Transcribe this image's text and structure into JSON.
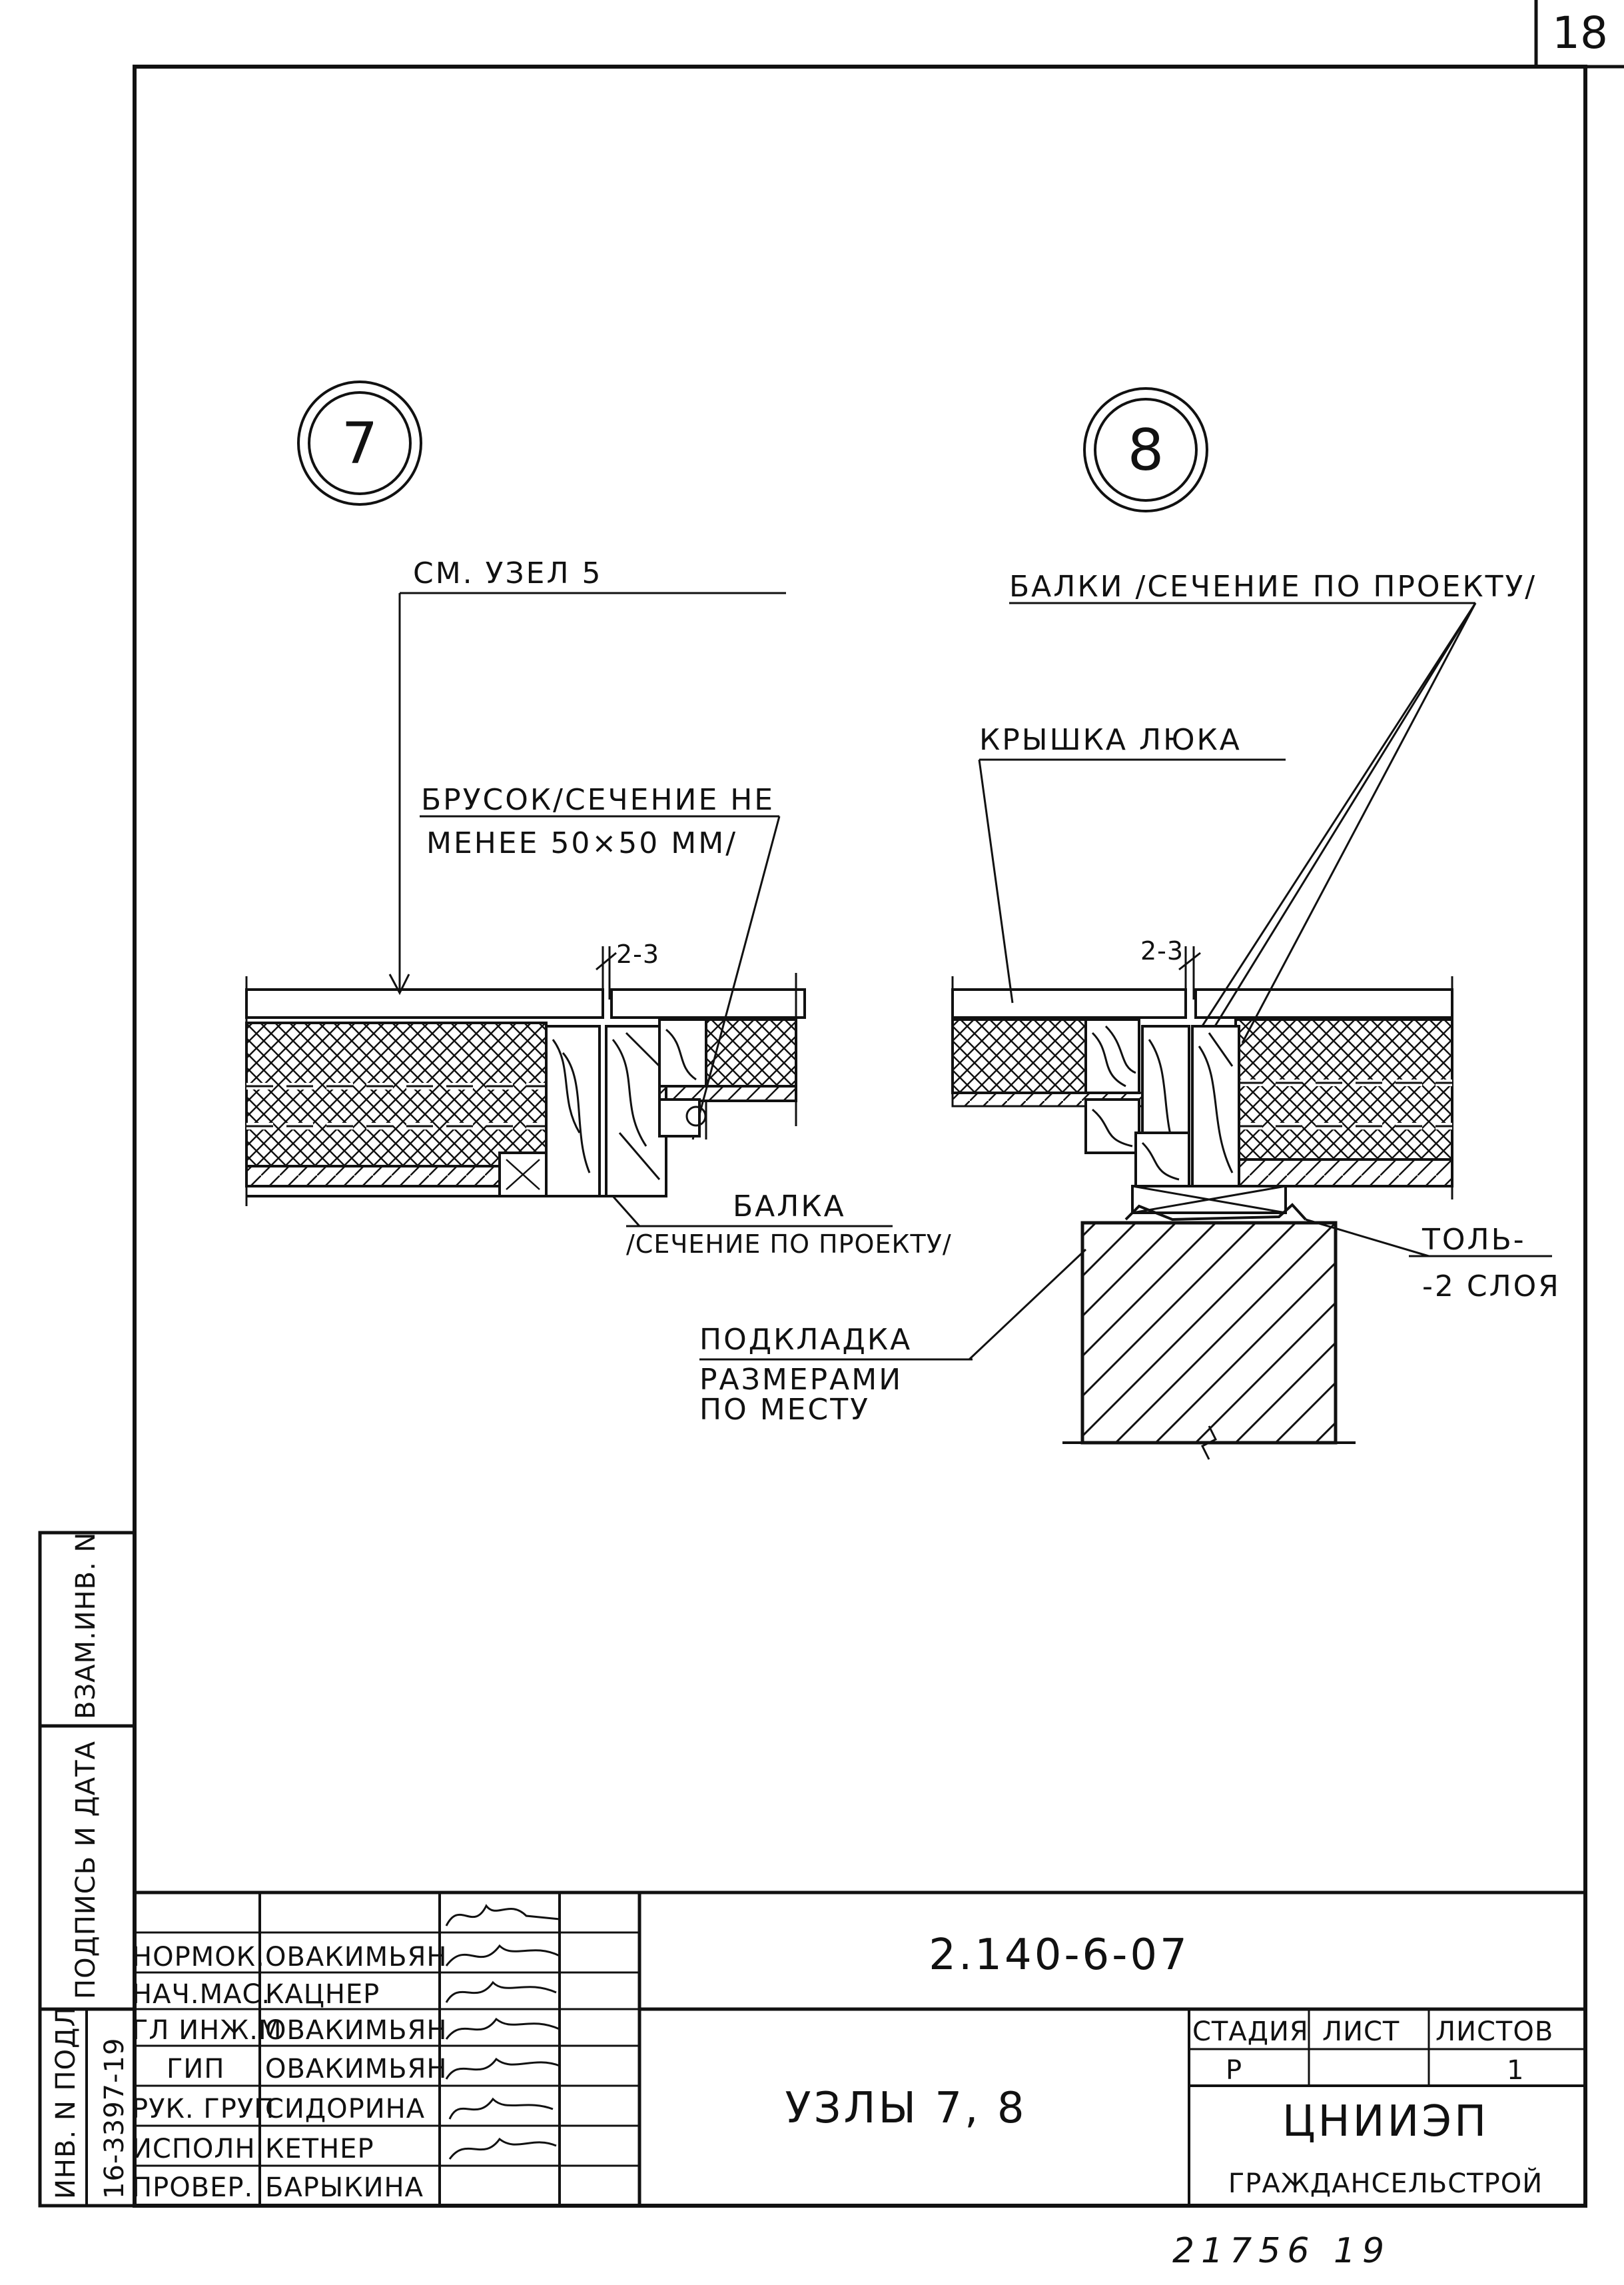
{
  "sheet_corner_number": "18",
  "nodes": [
    {
      "number": "7",
      "labels": {
        "ref": "СМ. УЗЕЛ 5",
        "block_line1": "БРУСОК/СЕЧЕНИЕ НЕ",
        "block_line2": "МЕНЕЕ 50×50 ММ/",
        "gap": "2-3",
        "beam": "БАЛКА",
        "beam_section": "/СЕЧЕНИЕ ПО ПРОЕКТУ/"
      }
    },
    {
      "number": "8",
      "labels": {
        "beams": "БАЛКИ /СЕЧЕНИЕ ПО ПРОЕКТУ/",
        "hatch_cover": "КРЫШКА ЛЮКА",
        "gap": "2-3",
        "roofing_line1": "ТОЛЬ-",
        "roofing_line2": "-2 СЛОЯ",
        "pad_line1": "ПОДКЛАДКА",
        "pad_line2": "РАЗМЕРАМИ",
        "pad_line3": "ПО МЕСТУ"
      }
    }
  ],
  "side_stamp": {
    "inv_orig": "ИНВ. N ПОДЛ",
    "sign_date": "ПОДПИСЬ И ДАТА",
    "replace_inv": "ВЗАМ.ИНВ. N",
    "inv_number": "16-3397-19"
  },
  "title_block": {
    "roles": [
      {
        "role": "НОРМОК.",
        "name": "ОВАКИМЬЯН"
      },
      {
        "role": "НАЧ.МАС.",
        "name": "КАЦНЕР"
      },
      {
        "role": "ГЛ ИНЖ.М",
        "name": "ОВАКИМЬЯН"
      },
      {
        "role": "ГИП",
        "name": "ОВАКИМЬЯН"
      },
      {
        "role": "РУК. ГРУП",
        "name": "СИДОРИНА"
      },
      {
        "role": "ИСПОЛН.",
        "name": "КЕТНЕР"
      },
      {
        "role": "ПРОВЕР.",
        "name": "БАРЫКИНА"
      }
    ],
    "doc_code": "2.140-6-07",
    "title": "УЗЛЫ 7, 8",
    "stage_header": "СТАДИЯ",
    "sheet_header": "ЛИСТ",
    "sheets_header": "ЛИСТОВ",
    "stage": "Р",
    "sheet": "",
    "sheets": "1",
    "org_line1": "ЦНИИЭП",
    "org_line2": "ГРАЖДАНСЕЛЬСТРОЙ"
  },
  "footer_numbers": "21756 19"
}
